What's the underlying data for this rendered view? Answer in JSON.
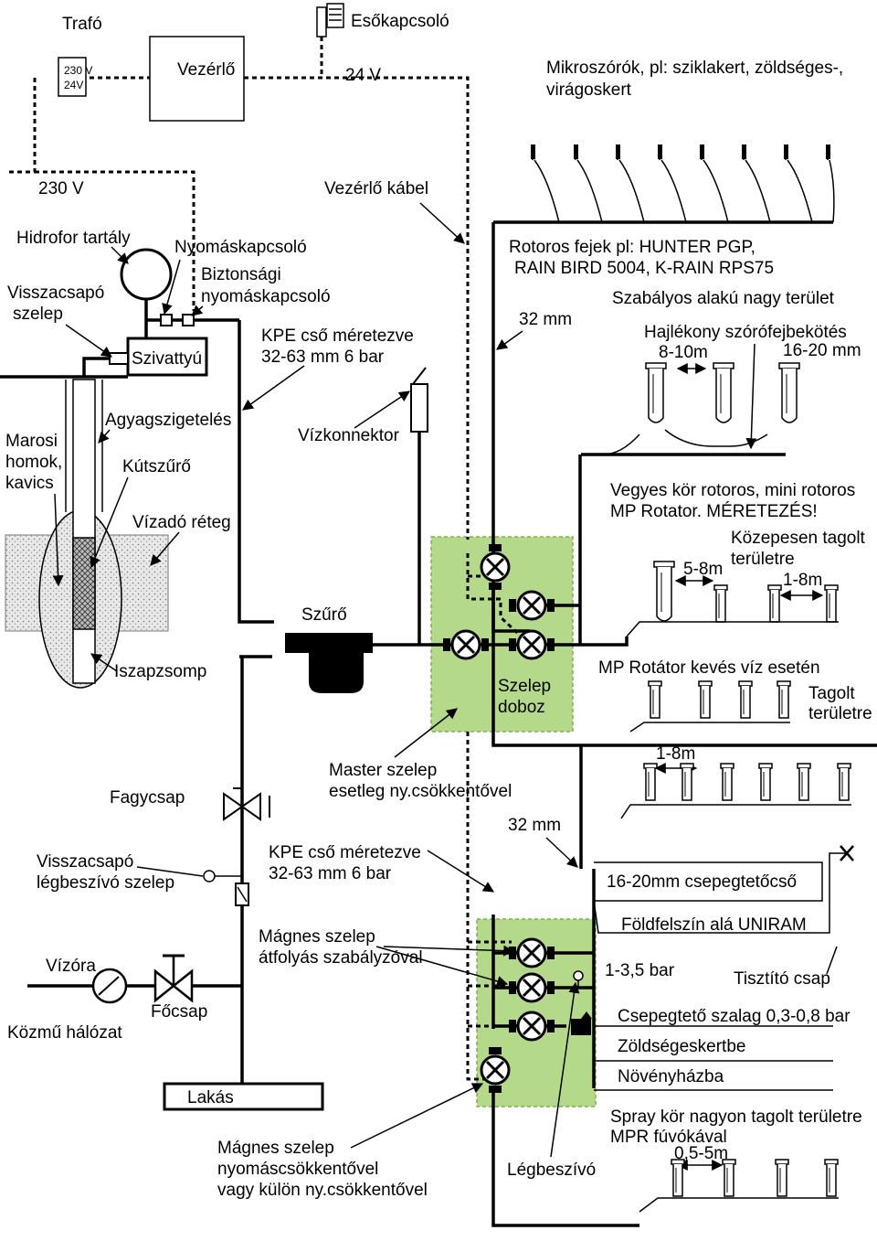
{
  "labels": {
    "trafo": "Trafó",
    "trafo_230": "230 V",
    "trafo_24": "24V",
    "vezerlo": "Vezérlő",
    "esokapcsolo": "Esőkapcsoló",
    "v24": "24 V",
    "mikro_1": "Mikroszórók, pl: sziklakert, zöldséges-,",
    "mikro_2": "virágoskert",
    "v230": "230 V",
    "vezerlo_kabel": "Vezérlő kábel",
    "hidrofor": "Hidrofor tartály",
    "nyomaskapcsolo": "Nyomáskapcsoló",
    "biztonsagi_1": "Biztonsági",
    "biztonsagi_2": "nyomáskapcsoló",
    "visszacsapo_1": "Visszacsapó",
    "visszacsapo_2": "szelep",
    "szivattyu": "Szivattyú",
    "kpe1_1": "KPE cső méretezve",
    "kpe1_2": "32-63 mm 6 bar",
    "rotoros_1": "Rotoros fejek pl: HUNTER PGP,",
    "rotoros_2": "RAIN BIRD 5004, K-RAIN RPS75",
    "mm32_top": "32 mm",
    "szabalyos": "Szabályos alakú nagy terület",
    "hajlekony": "Hajlékony szórófejbekötés",
    "m8_10": "8-10m",
    "mm16_20": "16-20 mm",
    "agyag": "Agyagszigetelés",
    "marosi_1": "Marosi",
    "marosi_2": "homok,",
    "marosi_3": "kavics",
    "kutszuro": "Kútszűrő",
    "vizado": "Vízadó réteg",
    "vizkonnektor": "Vízkonnektor",
    "vegyes_1": "Vegyes kör rotoros, mini rotoros",
    "vegyes_2": "MP Rotator.  MÉRETEZÉS!",
    "kozepesen_1": "Közepesen tagolt",
    "kozepesen_2": "területre",
    "m5_8": "5-8m",
    "m1_8_a": "1-8m",
    "szuro": "Szűrő",
    "iszapzsomp": "Iszapzsomp",
    "mp_kevés": "MP Rotátor kevés víz esetén",
    "tagolt_1": "Tagolt",
    "tagolt_2": "területre",
    "szelep_doboz_1": "Szelep",
    "szelep_doboz_2": "doboz",
    "master_1": "Master szelep",
    "master_2": "esetleg ny.csökkentővel",
    "m1_8_b": "1-8m",
    "fagycsap": "Fagycsap",
    "mm32_bottom": "32 mm",
    "visszacsapo_leg_1": "Visszacsapó",
    "visszacsapo_leg_2": "légbeszívó szelep",
    "kpe2_1": "KPE cső méretezve",
    "kpe2_2": "32-63 mm 6 bar",
    "csepegteto_cso": "16-20mm csepegtetőcső",
    "foldfelszin": "Földfelszín alá UNIRAM",
    "magnes_1": "Mágnes szelep",
    "magnes_2": "átfolyás szabályzóval",
    "bar_1_35": "1-3,5 bar",
    "tisztito": "Tisztító csap",
    "vizora": "Vízóra",
    "focsap": "Főcsap",
    "kozmu": "Közmű hálózat",
    "csepegteto_szalag": "Csepegtető szalag 0,3-0,8 bar",
    "zoldseges": "Zöldségeskertbe",
    "novenyhaz": "Növényházba",
    "lakas": "Lakás",
    "spray_1": "Spray kör nagyon tagolt területre",
    "spray_2": "MPR fúvókával",
    "m05_5": "0,5-5m",
    "magnes_nyomas_1": "Mágnes szelep",
    "magnes_nyomas_2": "nyomáscsökkentővel",
    "magnes_nyomas_3": "vagy külön ny.csökkentővel",
    "legbeszivo": "Légbeszívó"
  },
  "colors": {
    "valve_box": "#b5d98a",
    "soil": "#d9d9d9",
    "line": "#000000"
  }
}
